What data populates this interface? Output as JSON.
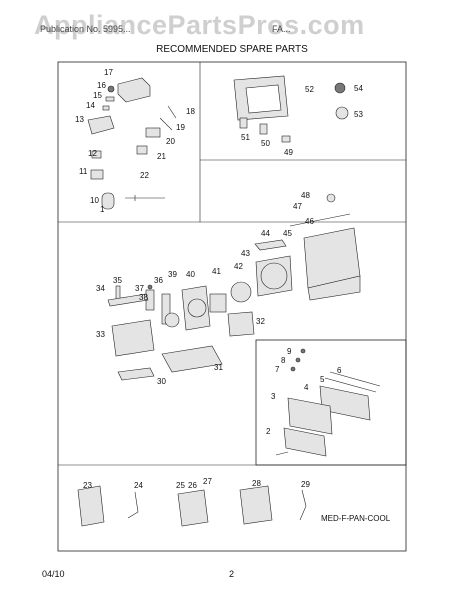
{
  "header": {
    "watermark": "AppliancePartsPros.com",
    "left_text": "Publication No. 5995...",
    "right_text": "FA...",
    "title": "RECOMMENDED SPARE PARTS"
  },
  "diagram": {
    "code": "MED-F-PAN-COOL",
    "callouts": [
      "1",
      "2",
      "3",
      "4",
      "5",
      "6",
      "7",
      "8",
      "9",
      "10",
      "11",
      "12",
      "13",
      "14",
      "15",
      "16",
      "17",
      "18",
      "19",
      "20",
      "21",
      "22",
      "23",
      "24",
      "25",
      "26",
      "27",
      "28",
      "29",
      "30",
      "31",
      "32",
      "33",
      "34",
      "35",
      "36",
      "37",
      "38",
      "39",
      "40",
      "41",
      "42",
      "43",
      "44",
      "45",
      "46",
      "47",
      "48",
      "49",
      "50",
      "51",
      "52",
      "53",
      "54"
    ]
  },
  "footer": {
    "date": "04/10",
    "page": "2"
  }
}
